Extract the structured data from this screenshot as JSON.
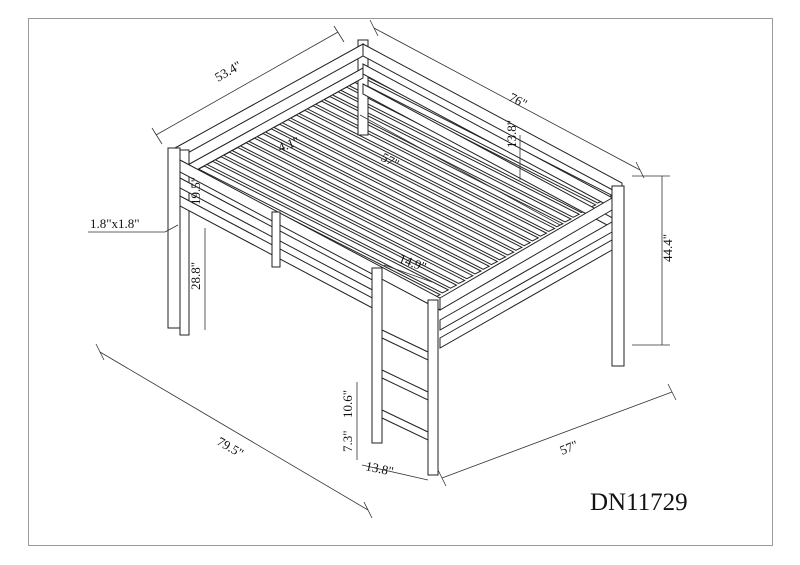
{
  "diagram": {
    "model_number": "DN11729",
    "dimensions": {
      "width_top": "53.4\"",
      "length_top": "76\"",
      "height_total": "44.4\"",
      "rail_height": "13.8\"",
      "inner_length": "57\"",
      "post_size": "1.8\"x1.8\"",
      "rail_gap": "19.5\"",
      "clearance": "28.8\"",
      "overall_length": "79.5\"",
      "overall_width": "57\"",
      "ladder_opening": "14.9\"",
      "ladder_step_spacing": "10.6\"",
      "ladder_bottom_gap": "7.3\"",
      "ladder_width": "13.8\"",
      "slat_gap": "4.1\""
    }
  }
}
